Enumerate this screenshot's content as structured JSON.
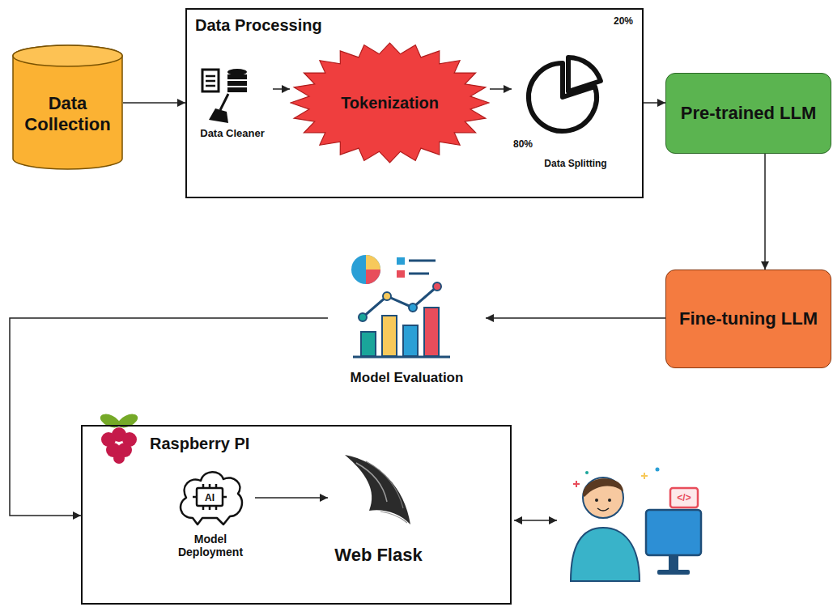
{
  "diagram": {
    "nodes": [
      {
        "text": [
          "Data Collection"
        ]
      },
      {
        "text": [
          "Data Processing"
        ]
      },
      {
        "text": [
          "Data Cleaner"
        ],
        "in": 1
      },
      {
        "text": [
          "Tokenization"
        ],
        "in": 1
      },
      {
        "text": [
          "20%",
          "80%",
          "Data Splitting"
        ],
        "in": 1
      },
      {
        "text": [
          "Pre-trained LLM"
        ]
      },
      {
        "text": [
          "Fine-tuning LLM"
        ]
      },
      {
        "text": [
          "Model Evaluation"
        ]
      },
      {
        "text": [
          "Raspberry PI"
        ]
      },
      {
        "text": [
          "Model Deployment"
        ],
        "in": 8
      },
      {
        "text": [
          "Web Flask"
        ],
        "in": 8
      }
    ],
    "edges": [
      {
        "from": 0,
        "to": 1,
        "arrow": "to"
      },
      {
        "from": 2,
        "to": 3,
        "arrow": "to"
      },
      {
        "from": 3,
        "to": 4,
        "arrow": "to"
      },
      {
        "from": 1,
        "to": 5,
        "arrow": "to"
      },
      {
        "from": 5,
        "to": 6,
        "arrow": "to"
      },
      {
        "from": 6,
        "to": 7,
        "arrow": "to"
      },
      {
        "from": 7,
        "to": 8,
        "arrow": "to"
      },
      {
        "from": 9,
        "to": 10,
        "arrow": "to"
      }
    ],
    "labels": [
      "AI",
      "</>"
    ]
  }
}
